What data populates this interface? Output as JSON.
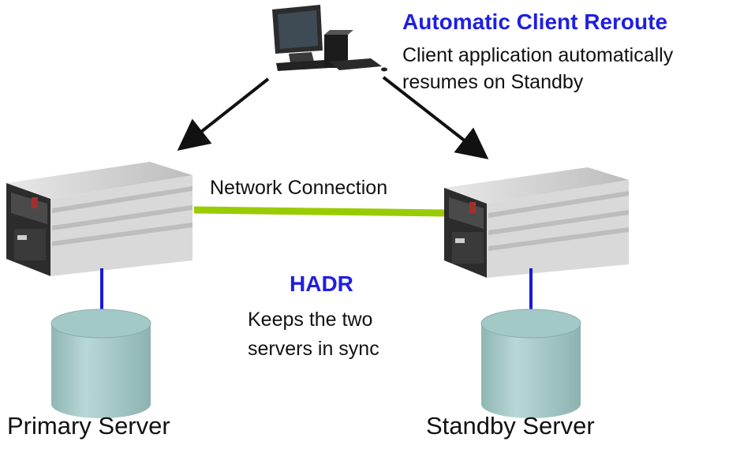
{
  "acr": {
    "title": "Automatic Client Reroute",
    "desc_line1": "Client application automatically",
    "desc_line2": "resumes on Standby"
  },
  "network": {
    "label": "Network Connection"
  },
  "hadr": {
    "title": "HADR",
    "desc_line1": "Keeps the two",
    "desc_line2": "servers in sync"
  },
  "primary": {
    "label": "Primary Server"
  },
  "standby": {
    "label": "Standby Server"
  },
  "colors": {
    "accent_blue": "#1f1fe0",
    "network_line": "#99cc00",
    "db_line": "#1a1ad6",
    "cylinder": "#a3c9c7"
  },
  "icons": [
    "client-computer-icon",
    "server-icon",
    "database-icon"
  ]
}
